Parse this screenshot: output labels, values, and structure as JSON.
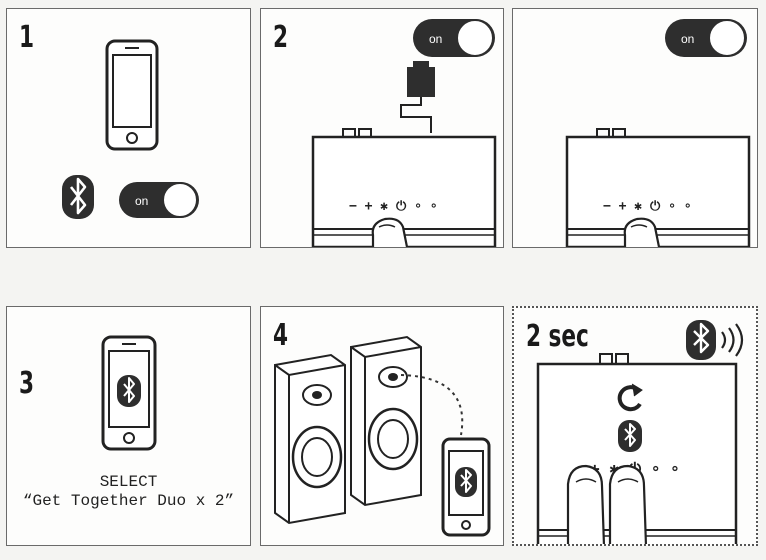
{
  "panels": [
    {
      "step": "1",
      "toggle": "on"
    },
    {
      "step": "2",
      "toggle": "on"
    },
    {
      "step": "",
      "toggle": "on"
    },
    {
      "step": "3",
      "select_label": "SELECT",
      "device_name": "“Get Together Duo x 2”"
    },
    {
      "step": "4"
    },
    {
      "step": "2 sec"
    }
  ],
  "icons": [
    "smartphone-icon",
    "bluetooth-icon",
    "toggle-switch-icon",
    "power-adapter-icon",
    "speaker-unit-icon",
    "finger-icon",
    "refresh-icon",
    "power-icon",
    "sound-waves-icon"
  ],
  "colors": {
    "line": "#2a2a2a",
    "toggle_fill": "#2e2e2e",
    "panel_bg": "#fdfdfc"
  }
}
